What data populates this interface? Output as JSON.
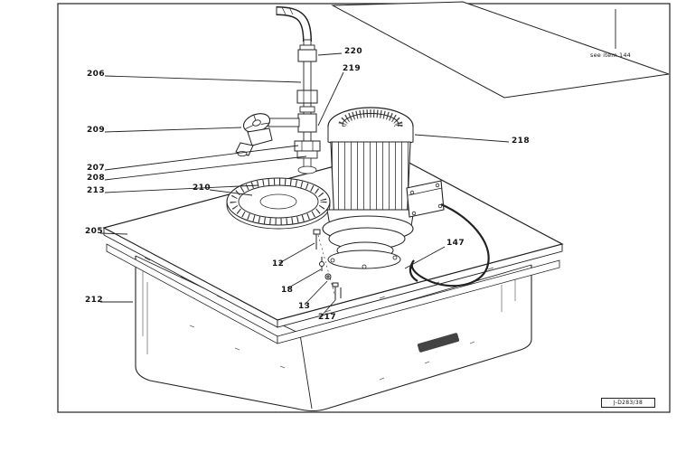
{
  "notes": {
    "see_item": "see item 144",
    "plate_code": "J-D283/38"
  },
  "callouts": {
    "c205": "205",
    "c206": "206",
    "c207": "207",
    "c208": "208",
    "c209": "209",
    "c210": "210",
    "c212": "212",
    "c213": "213",
    "c218": "218",
    "c219": "219",
    "c220": "220",
    "c147": "147",
    "c12": "12",
    "c13": "13",
    "c18": "18",
    "c217": "217"
  },
  "colors": {
    "ink": "#1c1c1c",
    "paper": "#ffffff"
  }
}
